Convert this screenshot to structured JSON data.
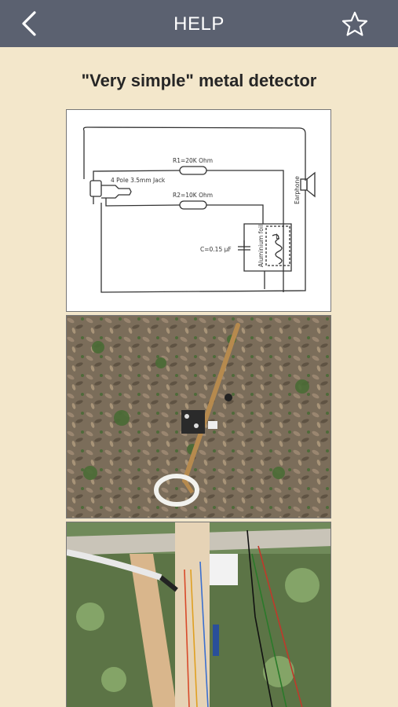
{
  "header": {
    "title": "HELP",
    "back_icon": "chevron-left-icon",
    "favorite_icon": "star-outline-icon"
  },
  "article": {
    "heading": "\"Very simple\" metal detector"
  },
  "schematic": {
    "r1": "R1=20K Ohm",
    "r2": "R2=10K Ohm",
    "jack": "4 Pole 3.5mm Jack",
    "capacitor": "C=0.15 µF",
    "coil": "Aluminium foil",
    "coil_mark": "L",
    "earphone": "Earphone"
  },
  "colors": {
    "topbar": "#5b6170",
    "background": "#f3e7cb"
  }
}
